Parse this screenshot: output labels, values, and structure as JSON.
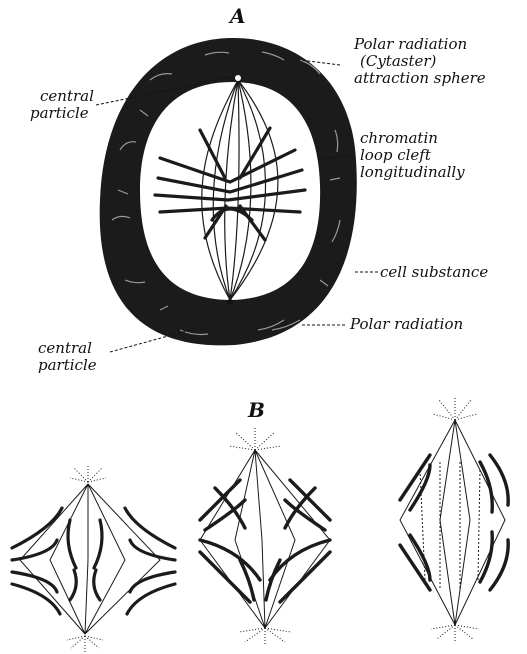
{
  "figure": {
    "panel_a": {
      "letter": "A",
      "labels": {
        "polar_radiation_top": "Polar radiation",
        "cytaster": "(Cytaster)",
        "attraction_sphere": "attraction sphere",
        "central_particle_top_line1": "central",
        "central_particle_top_line2": "particle",
        "chromatin_line1": "chromatin",
        "chromatin_line2": "loop cleft",
        "chromatin_line3": "longitudinally",
        "cell_substance": "cell substance",
        "polar_radiation_bottom": "Polar radiation",
        "central_particle_bottom_line1": "central",
        "central_particle_bottom_line2": "particle"
      }
    },
    "panel_b": {
      "letter": "B"
    },
    "colors": {
      "ink": "#111111",
      "paper": "#ffffff"
    }
  }
}
